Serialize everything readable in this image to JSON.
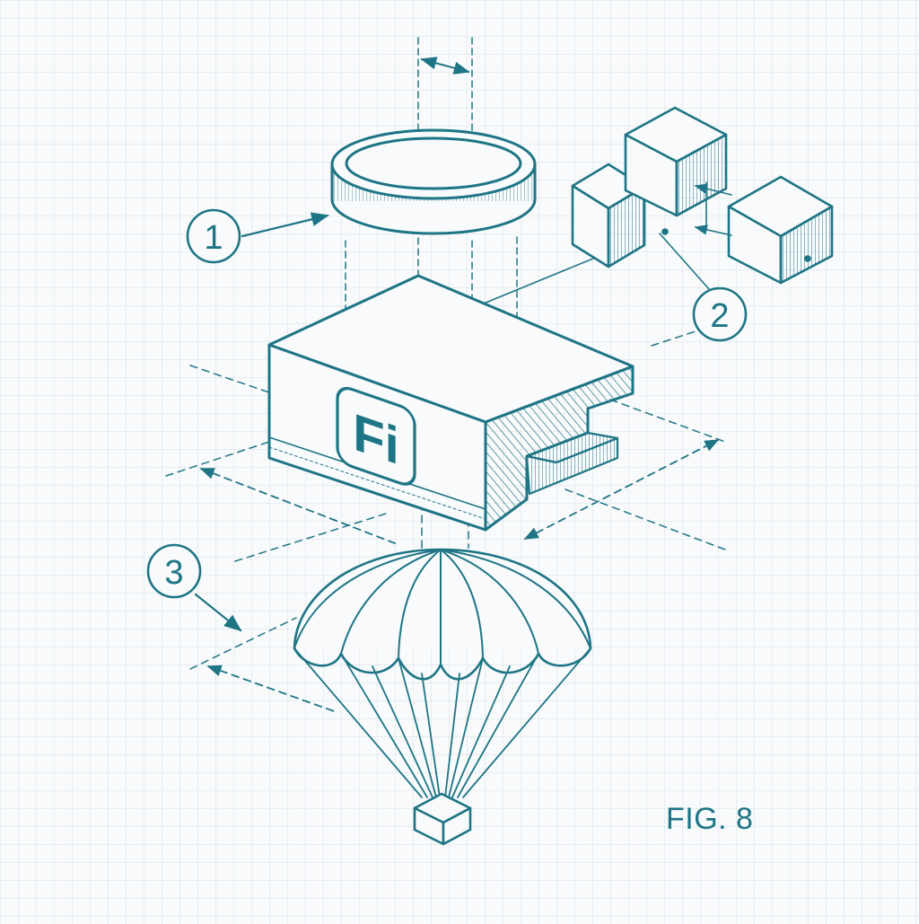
{
  "colors": {
    "ink": "#1e7585",
    "paper": "#f8fafb"
  },
  "callouts": [
    {
      "id": "1",
      "label": "1"
    },
    {
      "id": "2",
      "label": "2"
    },
    {
      "id": "3",
      "label": "3"
    }
  ],
  "box": {
    "logo_text": "Fi",
    "icon": "fi-logo-icon"
  },
  "components": {
    "coin": "coin-icon",
    "cubes": "cube-cluster-icon",
    "parachute": "parachute-icon",
    "payload": "payload-cube-icon"
  },
  "figure": {
    "label": "FIG. 8"
  }
}
